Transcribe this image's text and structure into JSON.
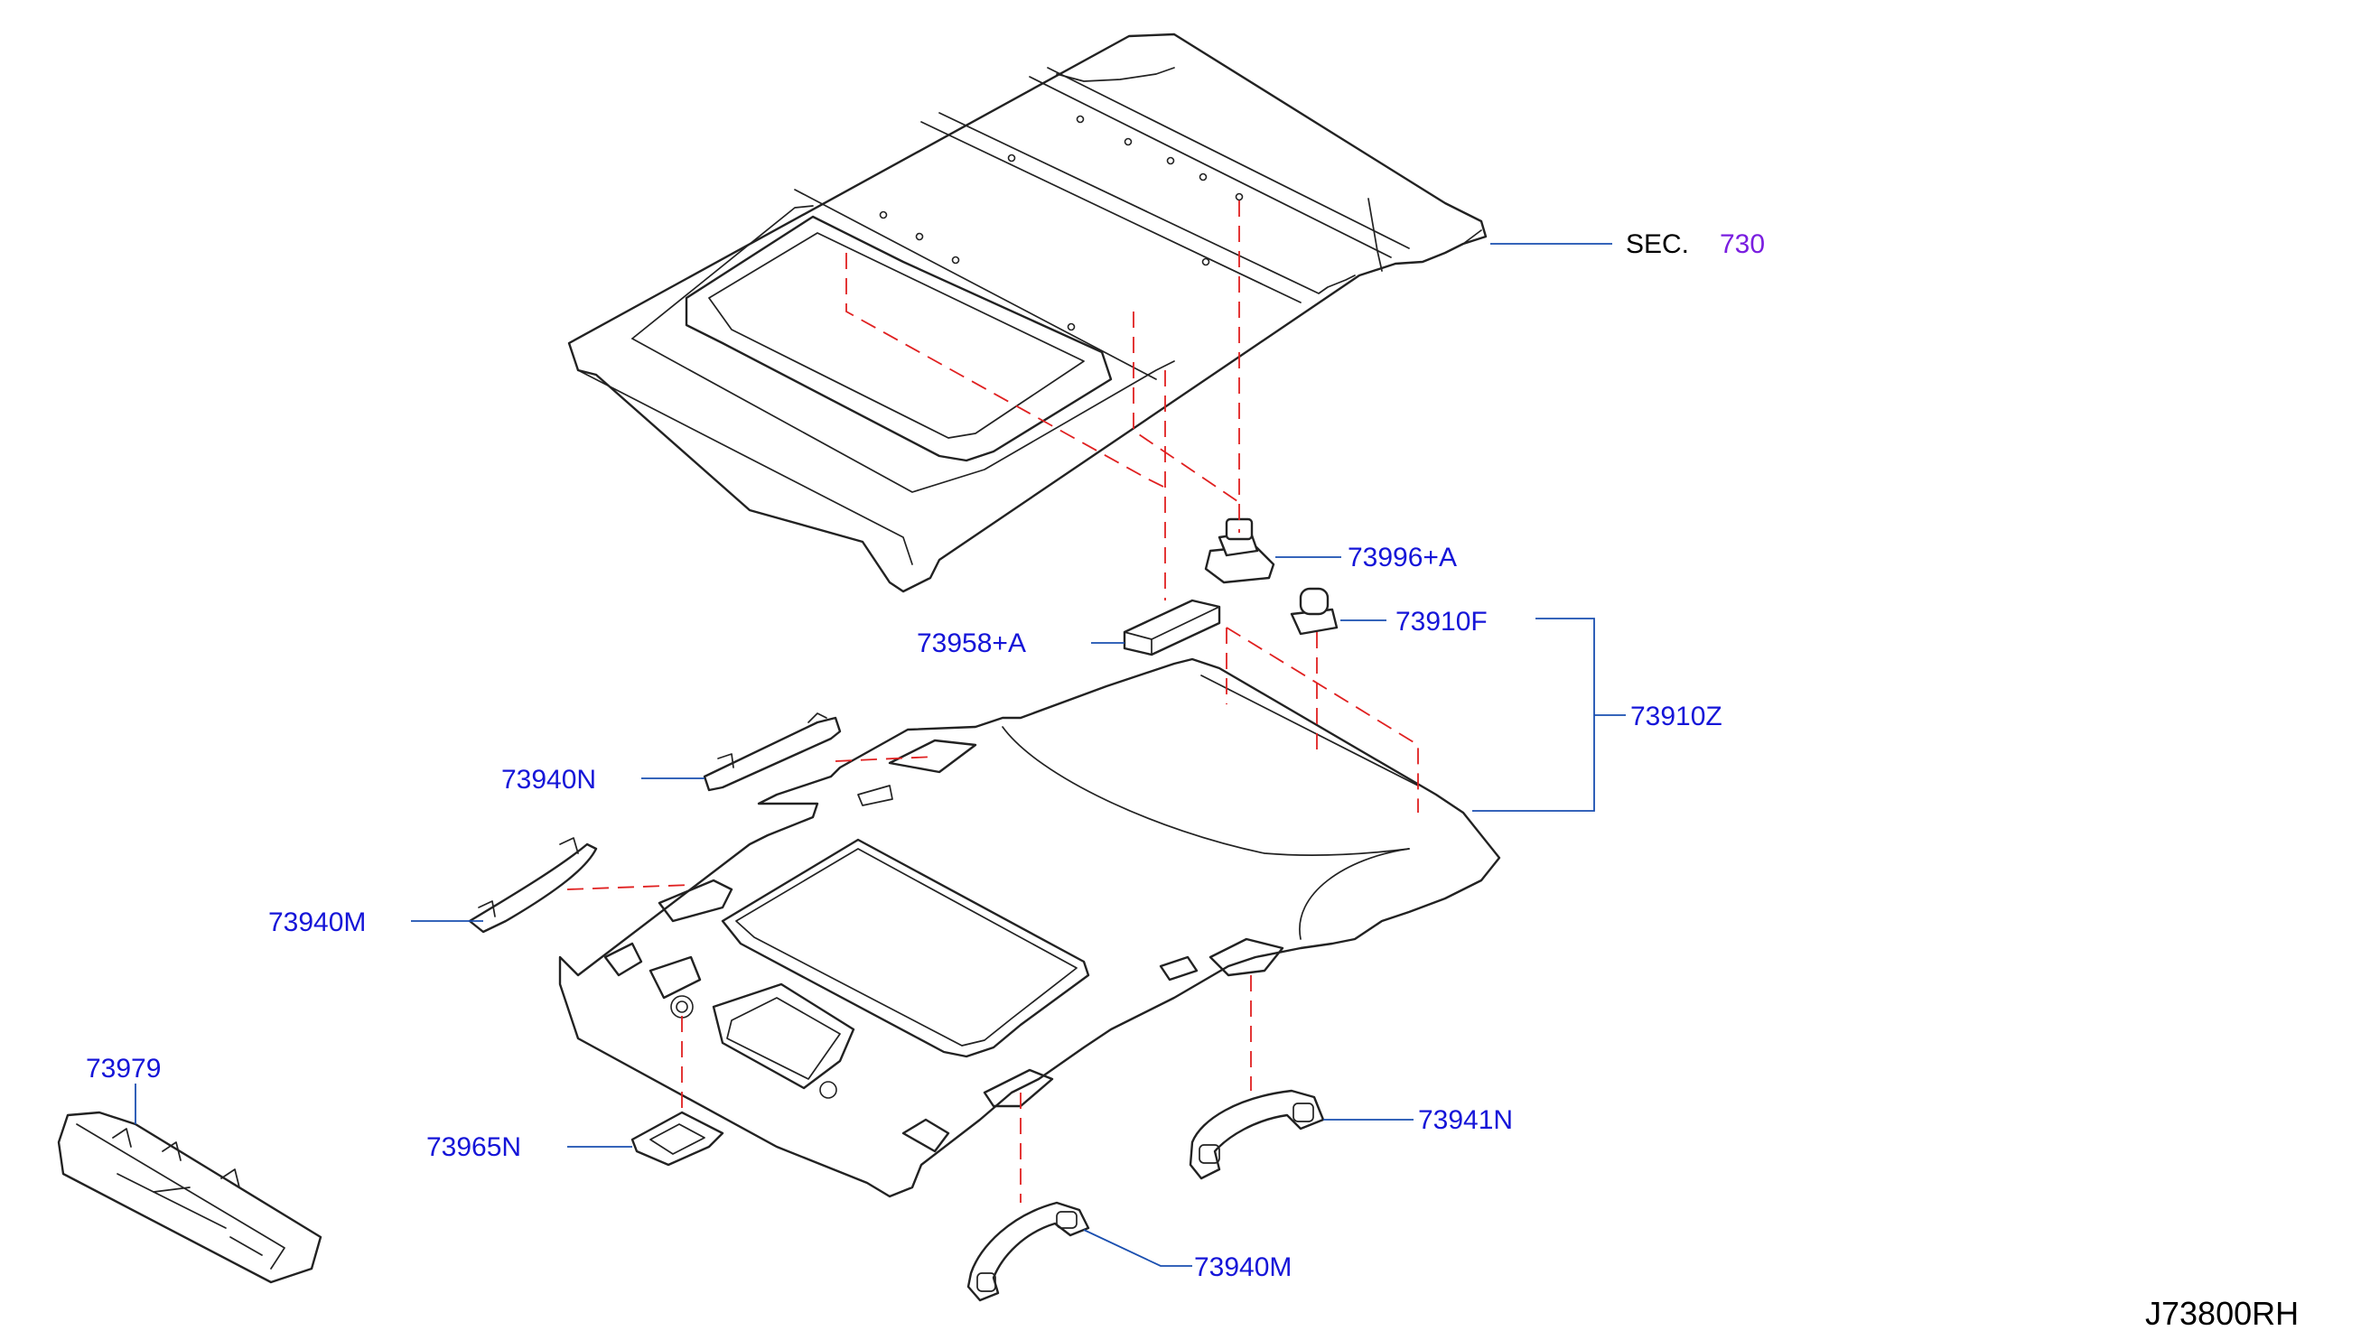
{
  "diagram": {
    "section": {
      "prefix": "SEC.",
      "number": "730"
    },
    "labels": {
      "p73996A": "73996+A",
      "p73910F": "73910F",
      "p73958A": "73958+A",
      "p73910Z": "73910Z",
      "p73940N": "73940N",
      "p73940M_left": "73940M",
      "p73979": "73979",
      "p73965N": "73965N",
      "p73941N": "73941N",
      "p73940M_bottom": "73940M"
    },
    "drawing_code": "J73800RH"
  },
  "colors": {
    "label_blue": "#1515d8",
    "section_purple": "#7a1ee0",
    "dash_red": "#e02020",
    "leader_blue": "#1a4fb0",
    "line_black": "#222222"
  }
}
